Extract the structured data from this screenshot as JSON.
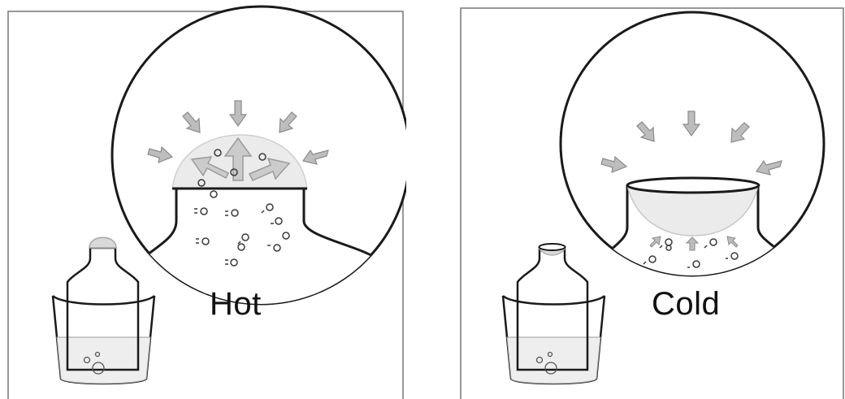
{
  "panels": [
    {
      "caption": "Hot",
      "state": "expanding-bubble"
    },
    {
      "caption": "Cold",
      "state": "contracting-bubble"
    }
  ],
  "colors": {
    "line": "#1a1a1a",
    "arrow_fill": "#bdbdbd",
    "arrow_stroke": "#8c8c8c",
    "bubble_fill": "#e6e6e6",
    "water": "#eeeeee"
  }
}
